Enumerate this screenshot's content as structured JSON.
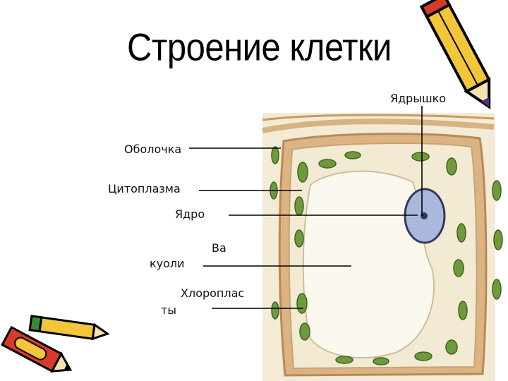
{
  "title": "Строение клетки",
  "labels": {
    "nucleolus": "Ядрышко",
    "membrane": "Оболочка",
    "cytoplasm": "Цитоплазма",
    "nucleus": "Ядро",
    "vacuole_part1": "Ва",
    "vacuole_part2": "куоли",
    "chloroplast_part1": "Хлороплас",
    "chloroplast_part2": "ты"
  },
  "colors": {
    "cell_wall": "#d7ad78",
    "cytoplasm": "#f2ead2",
    "vacuole": "#fbf9ef",
    "chloroplast": "#6f9a3c",
    "nucleus": "#a9b8dc",
    "pencil_yellow": "#f3c63a",
    "pencil_red": "#d83a2a"
  },
  "icons": [
    "pencil-icon-top-right",
    "pencil-icon-bottom-left-red",
    "pencil-icon-bottom-left-yellow"
  ]
}
